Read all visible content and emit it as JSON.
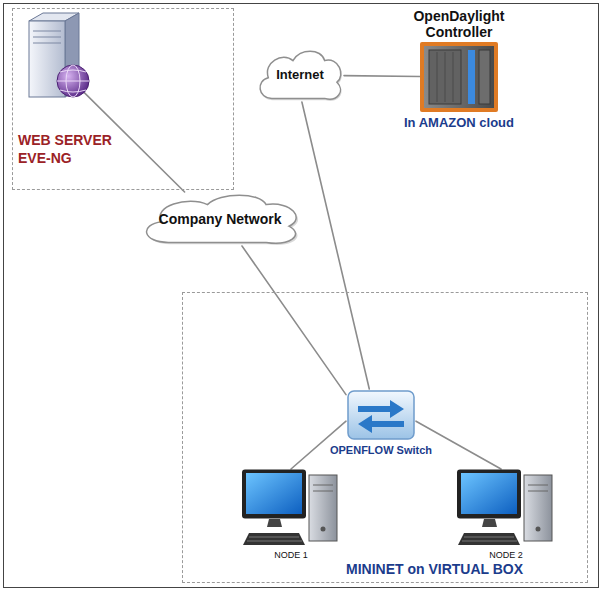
{
  "diagram": {
    "nodes": [
      {
        "text": [
          "WEB SERVER EVE-NG"
        ]
      },
      {
        "text": [
          "OpenDaylight Controller",
          "In AMAZON cloud"
        ]
      },
      {
        "text": [
          "Internet"
        ]
      },
      {
        "text": [
          "Company Network"
        ]
      },
      {
        "text": [
          "MININET on VIRTUAL BOX"
        ]
      },
      {
        "text": [
          "OPENFLOW Switch"
        ],
        "in": 4
      },
      {
        "text": [
          "NODE 1"
        ],
        "in": 4
      },
      {
        "text": [
          "NODE 2"
        ],
        "in": 4
      }
    ],
    "edges": [
      {
        "from": 0,
        "to": 3,
        "arrow": "none"
      },
      {
        "from": 2,
        "to": 1,
        "arrow": "none"
      },
      {
        "from": 3,
        "to": 5,
        "arrow": "none"
      },
      {
        "from": 2,
        "to": 5,
        "arrow": "none"
      },
      {
        "from": 5,
        "to": 6,
        "arrow": "none"
      },
      {
        "from": 5,
        "to": 7,
        "arrow": "none"
      }
    ]
  }
}
